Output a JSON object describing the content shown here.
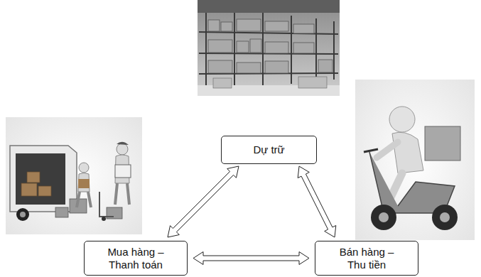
{
  "diagram": {
    "nodes": [
      {
        "text": [
          "Dự trữ"
        ]
      },
      {
        "text": [
          "Mua hàng – Thanh toán"
        ]
      },
      {
        "text": [
          "Bán hàng – Thu tiền"
        ]
      }
    ],
    "edges": [
      {
        "from": 0,
        "to": 1,
        "arrow": "both"
      },
      {
        "from": 0,
        "to": 2,
        "arrow": "both"
      },
      {
        "from": 1,
        "to": 2,
        "arrow": "both"
      }
    ]
  }
}
